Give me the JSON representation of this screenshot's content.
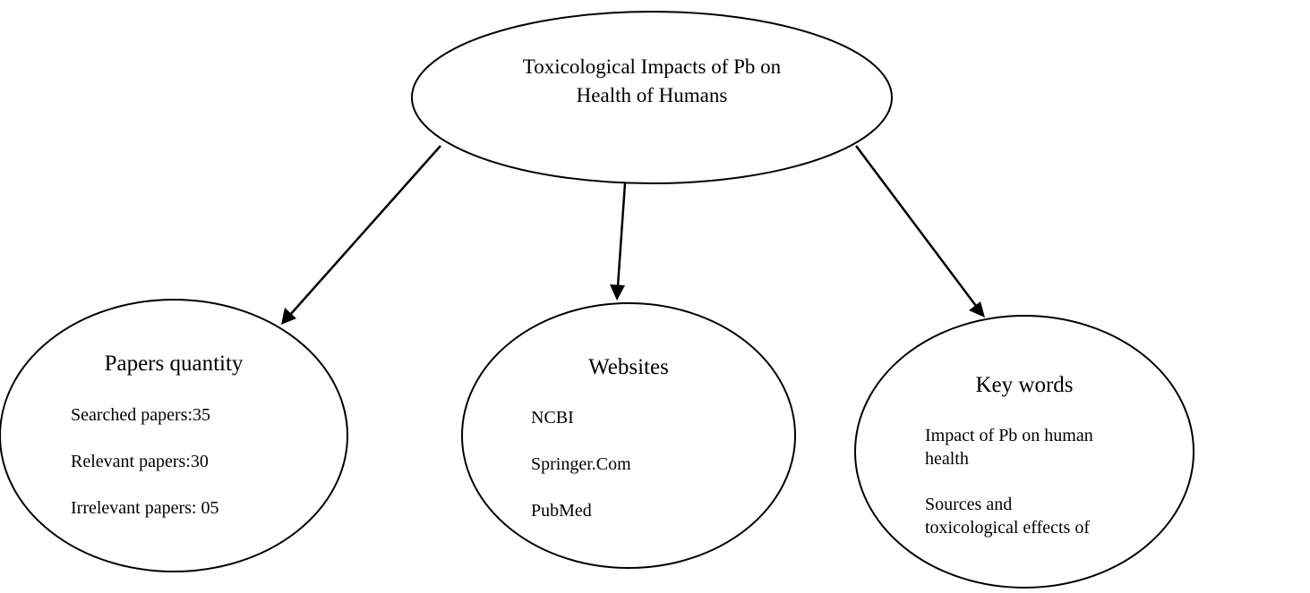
{
  "root": {
    "line1": "Toxicological Impacts of Pb on",
    "line2": "Health of Humans"
  },
  "nodes": [
    {
      "heading": "Papers quantity",
      "items": [
        "Searched papers:35",
        "Relevant papers:30",
        "Irrelevant papers: 05"
      ]
    },
    {
      "heading": "Websites",
      "items": [
        "NCBI",
        "Springer.Com",
        "PubMed"
      ]
    },
    {
      "heading": "Key words",
      "items": [
        "Impact of Pb on human",
        "health",
        "Sources and",
        "toxicological effects of"
      ]
    }
  ]
}
